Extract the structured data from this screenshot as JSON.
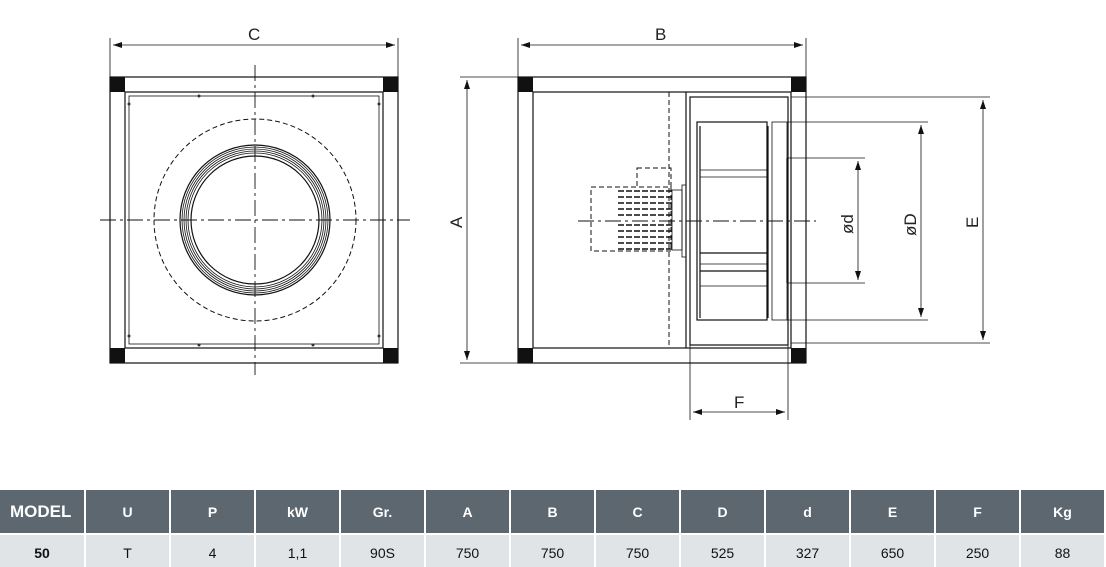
{
  "dimension_labels": {
    "A": "A",
    "B": "B",
    "C": "C",
    "D": "øD",
    "d": "ød",
    "E": "E",
    "F": "F"
  },
  "table": {
    "headers": [
      "MODEL",
      "U",
      "P",
      "kW",
      "Gr.",
      "A",
      "B",
      "C",
      "D",
      "d",
      "E",
      "F",
      "Kg"
    ],
    "rows": [
      [
        "50",
        "T",
        "4",
        "1,1",
        "90S",
        "750",
        "750",
        "750",
        "525",
        "327",
        "650",
        "250",
        "88"
      ]
    ]
  }
}
